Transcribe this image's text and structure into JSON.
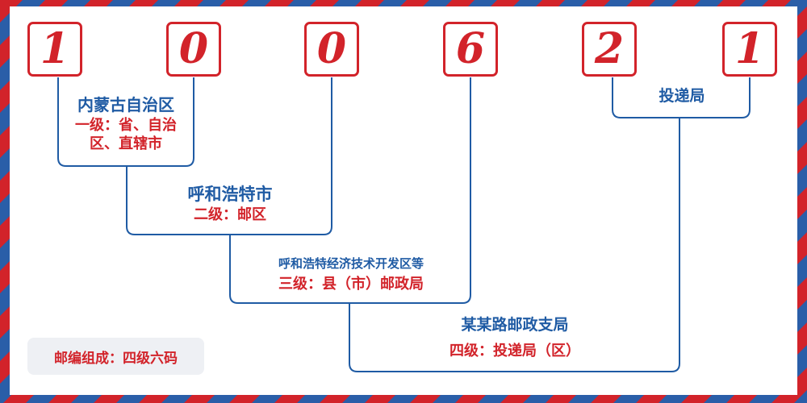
{
  "digits": [
    "1",
    "0",
    "0",
    "6",
    "2",
    "1"
  ],
  "levels": [
    {
      "title": "内蒙古自治区",
      "subtitle": "一级：省、自治区、直辖市"
    },
    {
      "title": "呼和浩特市",
      "subtitle": "二级：邮区"
    },
    {
      "title": "呼和浩特经济技术开发区等",
      "subtitle": "三级：县（市）邮政局"
    },
    {
      "title": "某某路邮政支局",
      "subtitle": "四级：投递局（区）"
    },
    {
      "title": "投递局"
    }
  ],
  "badge": "邮编组成：四级六码",
  "colors": {
    "red": "#d2232a",
    "blue": "#1f5ba4",
    "badge_bg": "#eef0f4"
  }
}
